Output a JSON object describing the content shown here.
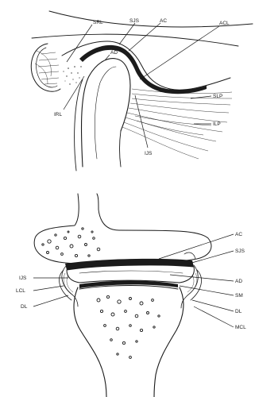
{
  "top_diagram": {
    "labels": {
      "srl": "SRL",
      "sjs": "SJS",
      "ac": "AC",
      "acl": "ACL",
      "ad": "AD",
      "irl": "IRL",
      "slp": "SLP",
      "ilp": "ILP",
      "ijs": "IJS"
    }
  },
  "bottom_diagram": {
    "labels": {
      "ac": "AC",
      "sjs": "SJS",
      "ijs": "IJS",
      "ad": "AD",
      "lcl_left": "LCL",
      "sm": "SM",
      "dl_left": "DL",
      "dl_right": "DL",
      "mcl": "MCL"
    }
  }
}
